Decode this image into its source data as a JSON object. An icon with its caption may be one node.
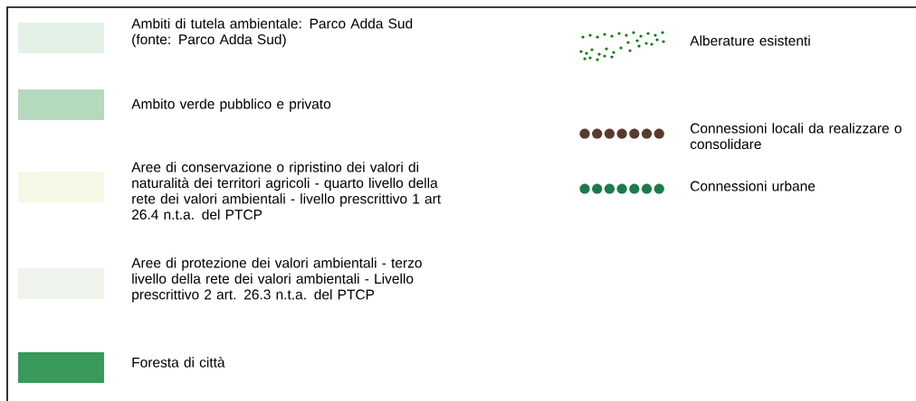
{
  "diagram": {
    "legend": [
      {
        "text": "Ambiti di tutela ambientale: Parco Adda Sud (fonte: Parco Adda Sud)",
        "color": "#e4f1e6"
      },
      {
        "text": "Ambito verde pubblico e privato",
        "color": "#b5d9bc"
      },
      {
        "text": "Aree di conservazione o ripristino dei valori di naturalità dei territori agricoli - quarto livello della rete dei valori ambientali - livello prescrittivo 1 art 26.4 n.t.a. del PTCP",
        "color": "#f3f9e4"
      },
      {
        "text": "Aree di protezione dei valori ambientali - terzo livello della rete dei valori ambientali - Livello prescrittivo 2 art. 26.3 n.t.a. del PTCP",
        "color": "#eef4ec"
      },
      {
        "text": "Foresta di città",
        "color": "#3a9a5b"
      },
      {
        "text": "Alberature esistenti"
      },
      {
        "text": "Connessioni  locali da realizzare o consolidare"
      },
      {
        "text": "Connessioni urbane"
      }
    ]
  }
}
